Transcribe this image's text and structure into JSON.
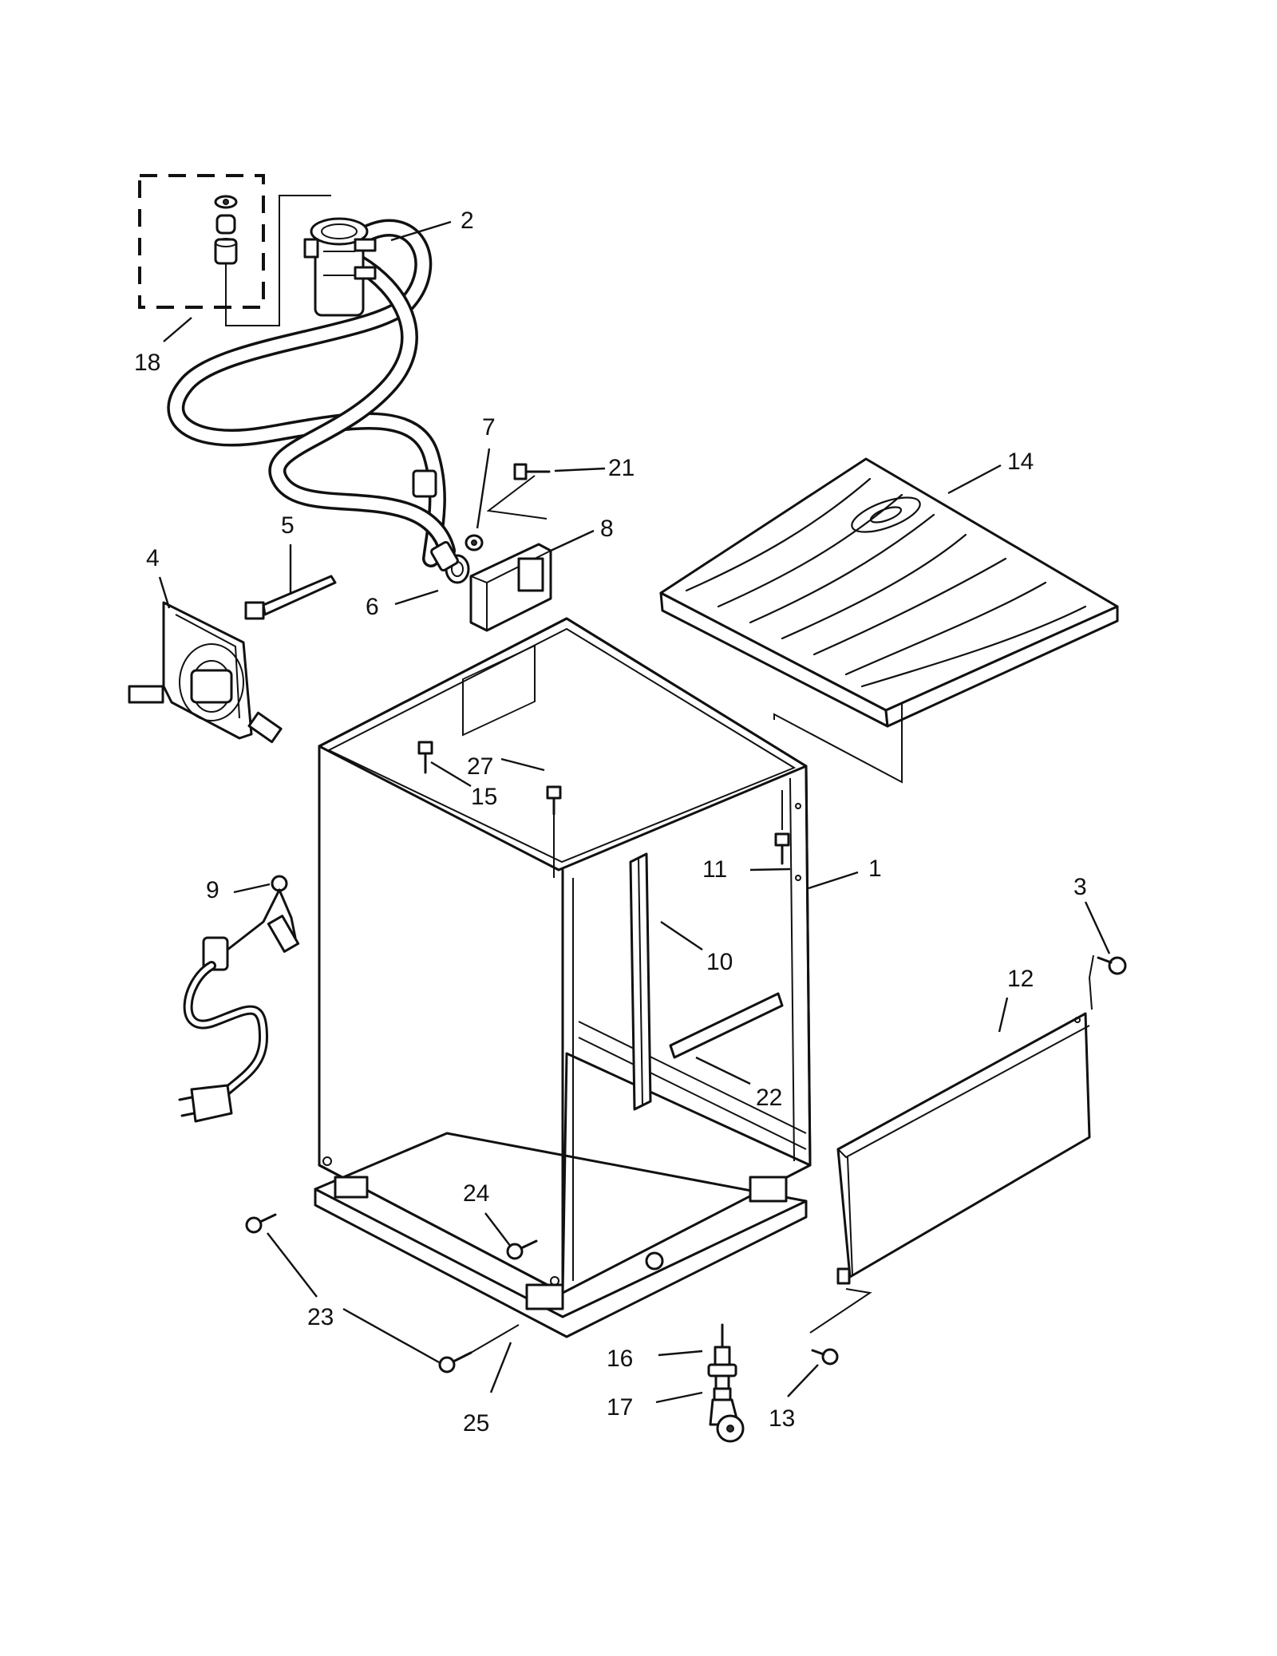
{
  "callouts": [
    {
      "id": "1",
      "label": "1"
    },
    {
      "id": "2",
      "label": "2"
    },
    {
      "id": "3",
      "label": "3"
    },
    {
      "id": "4",
      "label": "4"
    },
    {
      "id": "5",
      "label": "5"
    },
    {
      "id": "6",
      "label": "6"
    },
    {
      "id": "7",
      "label": "7"
    },
    {
      "id": "8",
      "label": "8"
    },
    {
      "id": "9",
      "label": "9"
    },
    {
      "id": "10",
      "label": "10"
    },
    {
      "id": "11",
      "label": "11"
    },
    {
      "id": "12",
      "label": "12"
    },
    {
      "id": "13",
      "label": "13"
    },
    {
      "id": "14",
      "label": "14"
    },
    {
      "id": "15",
      "label": "15"
    },
    {
      "id": "16",
      "label": "16"
    },
    {
      "id": "17",
      "label": "17"
    },
    {
      "id": "18",
      "label": "18"
    },
    {
      "id": "21",
      "label": "21"
    },
    {
      "id": "22",
      "label": "22"
    },
    {
      "id": "23",
      "label": "23"
    },
    {
      "id": "24",
      "label": "24"
    },
    {
      "id": "25",
      "label": "25"
    },
    {
      "id": "27",
      "label": "27"
    }
  ]
}
